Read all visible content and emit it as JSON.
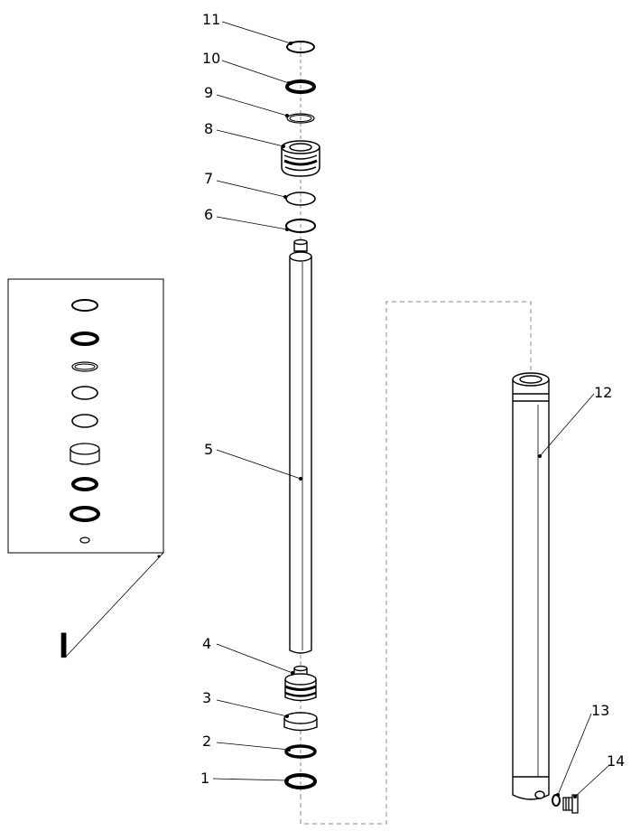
{
  "diagram": {
    "callouts": {
      "p1": "1",
      "p2": "2",
      "p3": "3",
      "p4": "4",
      "p5": "5",
      "p6": "6",
      "p7": "7",
      "p8": "8",
      "p9": "9",
      "p10": "10",
      "p11": "11",
      "p12": "12",
      "p13": "13",
      "p14": "14"
    },
    "kit_panel": {
      "label": "I"
    }
  }
}
